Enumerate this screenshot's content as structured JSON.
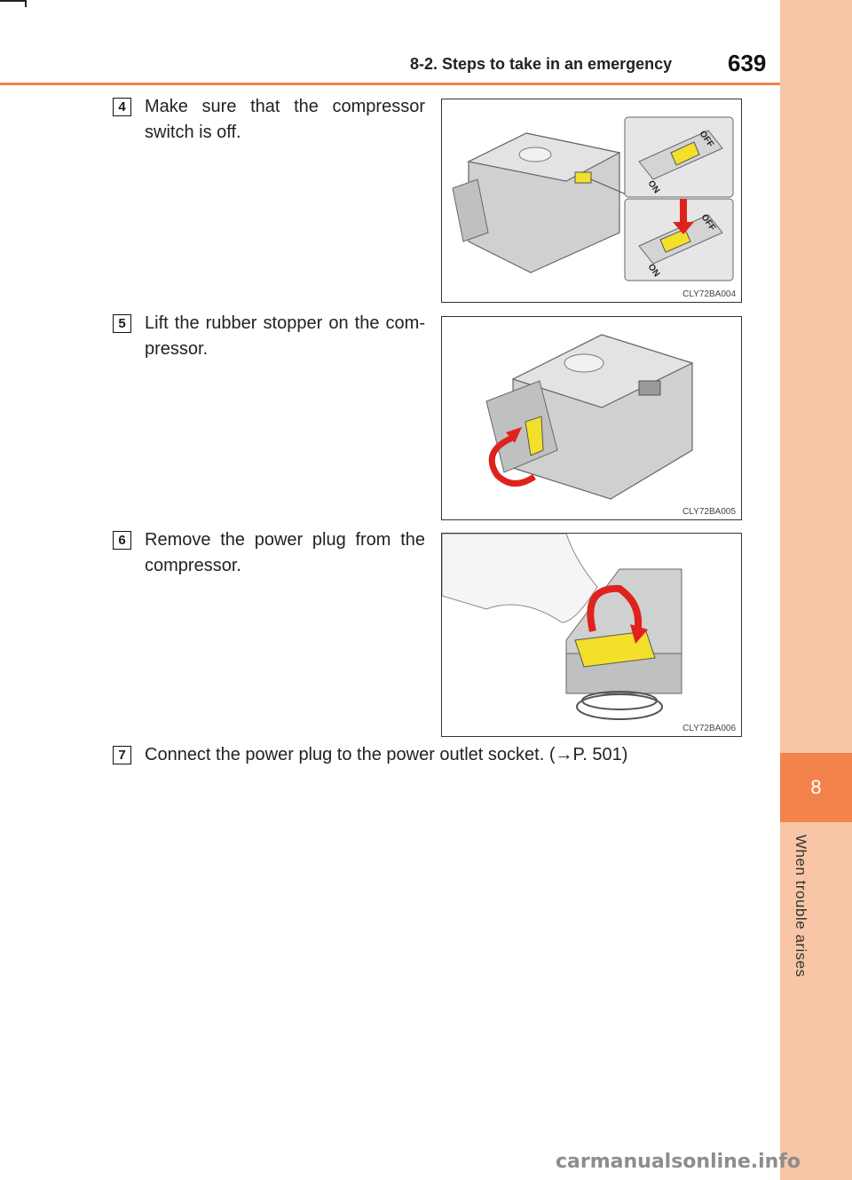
{
  "header": {
    "section_title": "8-2. Steps to take in an emergency",
    "page_number": "639"
  },
  "side_tab": {
    "chapter_number": "8",
    "chapter_title": "When trouble arises"
  },
  "steps": [
    {
      "number": "4",
      "text": "Make sure that the compressor switch is off.",
      "figure_code": "CLY72BA004",
      "switch_labels": {
        "on": "ON",
        "off": "OFF"
      }
    },
    {
      "number": "5",
      "text": "Lift the rubber stopper on the com-pressor.",
      "figure_code": "CLY72BA005"
    },
    {
      "number": "6",
      "text": "Remove the power plug from the compressor.",
      "figure_code": "CLY72BA006"
    },
    {
      "number": "7",
      "text": "Connect the power plug to the power outlet socket. (→P. 501)"
    }
  ],
  "watermark": "carmanualsonline.info",
  "colors": {
    "accent": "#f3834a",
    "tab": "#f8c6a6",
    "highlight_yellow": "#f2e02a",
    "arrow_red": "#e0221e"
  }
}
